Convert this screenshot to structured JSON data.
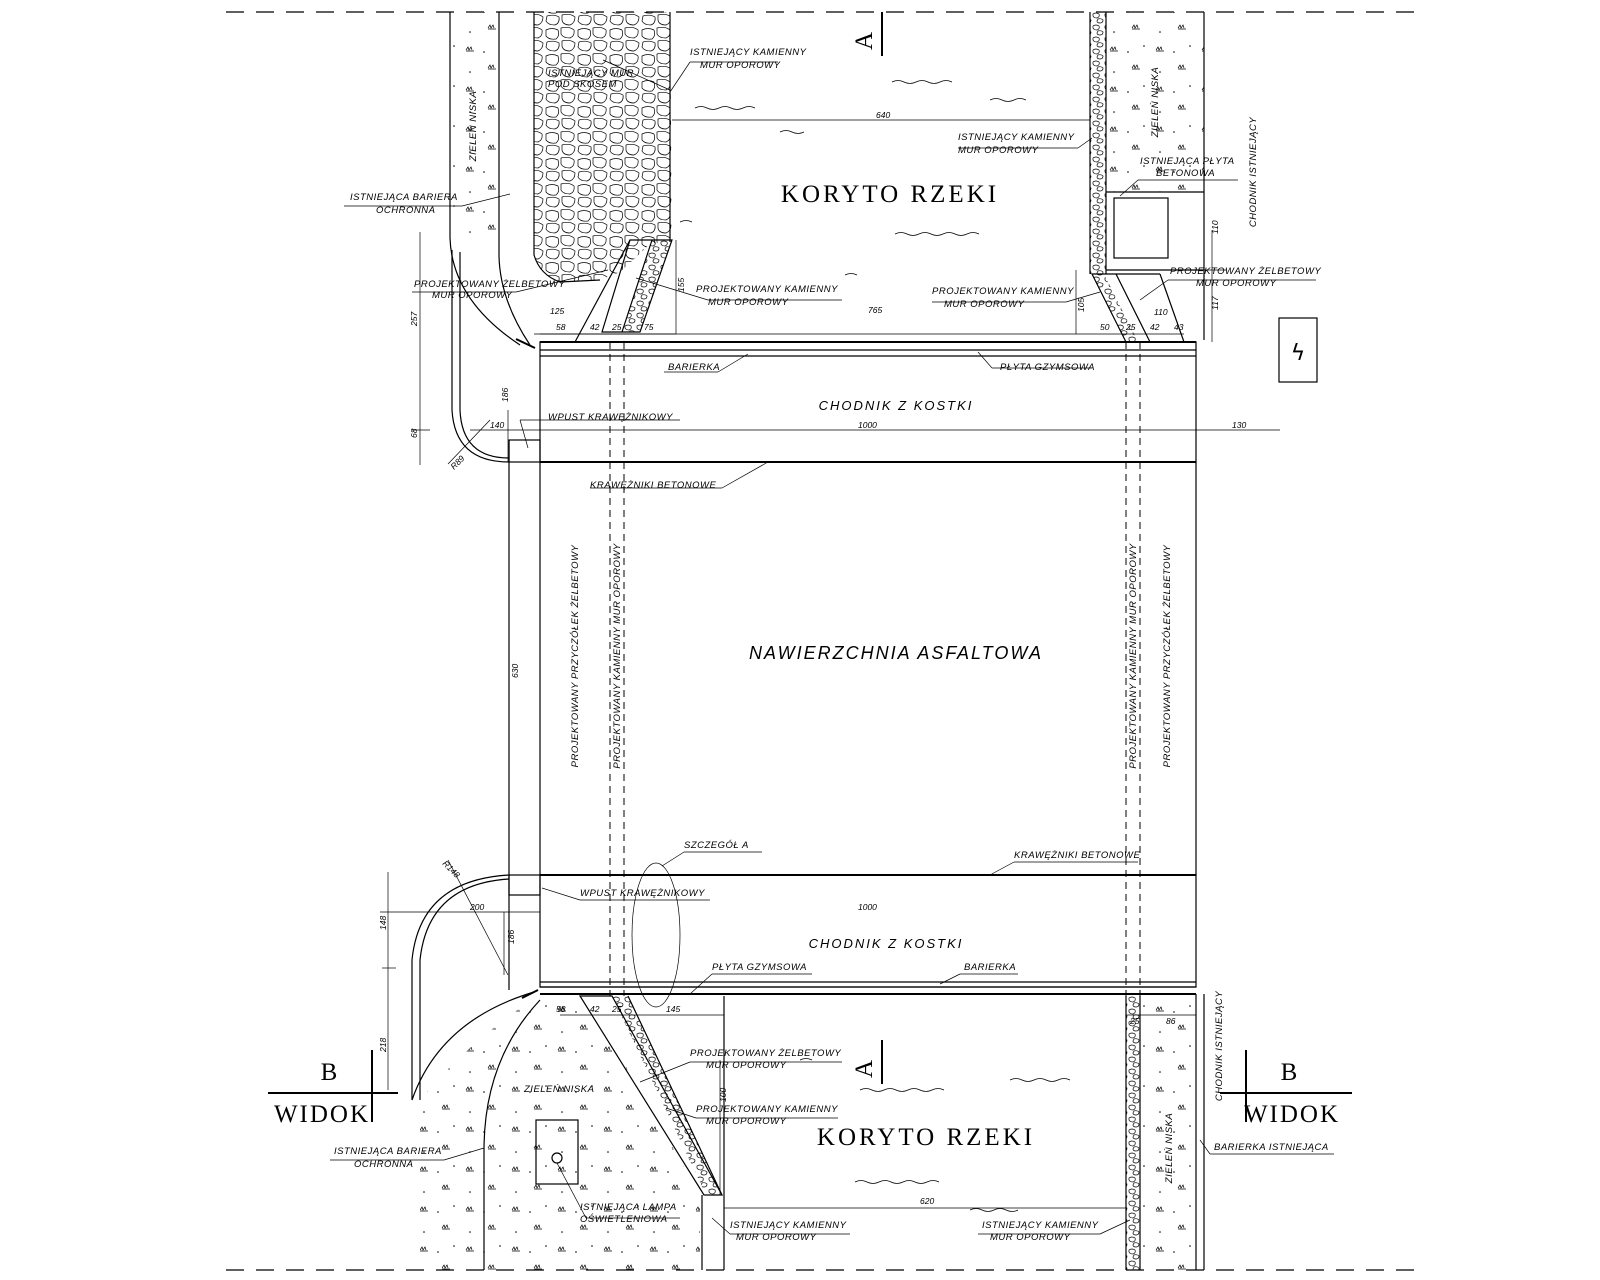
{
  "labels": {
    "river_top": "KORYTO RZEKI",
    "river_bottom": "KORYTO RZEKI",
    "asphalt": "NAWIERZCHNIA ASFALTOWA",
    "sidewalk_top": "CHODNIK Z KOSTKI",
    "sidewalk_bottom": "CHODNIK Z KOSTKI",
    "existing_wall_slope_1": "ISTNIEJĄCY MUR",
    "existing_wall_slope_2": "POD SKOSEM",
    "stone_wall_tl_1": "ISTNIEJĄCY KAMIENNY",
    "stone_wall_tl_2": "MUR OPOROWY",
    "stone_wall_tr_1": "ISTNIEJĄCY KAMIENNY",
    "stone_wall_tr_2": "MUR OPOROWY",
    "barrier_top_1": "ISTNIEJĄCA BARIERA",
    "barrier_top_2": "OCHRONNA",
    "concrete_plate_1": "ISTNIEJĄCA PŁYTA",
    "concrete_plate_2": "BETONOWA",
    "rc_wall_tl_1": "PROJEKTOWANY ŻELBETOWY",
    "rc_wall_tl_2": "MUR OPOROWY",
    "stone_proj_tc_1": "PROJEKTOWANY KAMIENNY",
    "stone_proj_tc_2": "MUR OPOROWY",
    "stone_proj_tr_1": "PROJEKTOWANY KAMIENNY",
    "stone_proj_tr_2": "MUR OPOROWY",
    "rc_wall_tr_1": "PROJEKTOWANY ŻELBETOWY",
    "rc_wall_tr_2": "MUR OPOROWY",
    "barierka_top": "BARIERKA",
    "plyta_top": "PŁYTA GZYMSOWA",
    "wpust_top": "WPUST KRAWĘŻNIKOWY",
    "kraw_top": "KRAWĘŻNIKI BETONOWE",
    "green_tl": "ZIELEŃ NISKA",
    "green_tr": "ZIELEŃ NISKA",
    "sidewalk_exist_tr": "CHODNIK ISTNIEJĄCY",
    "przyczolek_left": "PROJEKTOWANY PRZYCZÓŁEK ŻELBETOWY",
    "mur_kam_left": "PROJEKTOWANY KAMIENNY MUR OPOROWY",
    "mur_kam_right": "PROJEKTOWANY KAMIENNY MUR OPOROWY",
    "przyczolek_right": "PROJEKTOWANY PRZYCZÓŁEK ŻELBETOWY",
    "szczegol": "SZCZEGÓŁ A",
    "kraw_bottom": "KRAWĘŻNIKI BETONOWE",
    "wpust_bottom": "WPUST KRAWĘŻNIKOWY",
    "plyta_bottom": "PŁYTA GZYMSOWA",
    "barierka_bottom": "BARIERKA",
    "rc_wall_bl_1": "PROJEKTOWANY ŻELBETOWY",
    "rc_wall_bl_2": "MUR OPOROWY",
    "stone_proj_bl_1": "PROJEKTOWANY KAMIENNY",
    "stone_proj_bl_2": "MUR OPOROWY",
    "green_bl": "ZIELEŃ NISKA",
    "barrier_bottom_1": "ISTNIEJĄCA BARIERA",
    "barrier_bottom_2": "OCHRONNA",
    "lamp_1": "ISTNIEJĄCA LAMPA",
    "lamp_2": "OŚWIETLENIOWA",
    "stone_wall_bc_1": "ISTNIEJĄCY KAMIENNY",
    "stone_wall_bc_2": "MUR OPOROWY",
    "stone_wall_br_1": "ISTNIEJĄCY KAMIENNY",
    "stone_wall_br_2": "MUR OPOROWY",
    "green_br": "ZIELEŃ NISKA",
    "sidewalk_exist_br": "CHODNIK ISTNIEJĄCY",
    "barierka_exist": "BARIERKA ISTNIEJĄCA",
    "section_a": "A",
    "section_b": "B",
    "view": "WIDOK",
    "north_symbol": "ϟ"
  },
  "dims": {
    "d640": "640",
    "d765": "765",
    "d1000_top": "1000",
    "d1000_bottom": "1000",
    "d130": "130",
    "d140": "140",
    "d186_top": "186",
    "d186_bottom": "186",
    "d257": "257",
    "d68": "68",
    "dR89": "R89",
    "dR148": "R148",
    "d125": "125",
    "d58_top": "58",
    "d42_top": "42",
    "d25_top": "25",
    "d75": "75",
    "d155": "155",
    "d105": "105",
    "d110_plate": "110",
    "d117": "117",
    "d50": "50",
    "d25_tr": "25",
    "d42_tr": "42",
    "d43": "43",
    "d110_tr": "110",
    "d630": "630",
    "d200": "200",
    "d148": "148",
    "d218": "218",
    "d58_bot": "58",
    "d42_bot": "42",
    "d25_bot": "25",
    "d145": "145",
    "d100": "100",
    "d620": "620",
    "d25_br": "25",
    "d86": "86"
  }
}
